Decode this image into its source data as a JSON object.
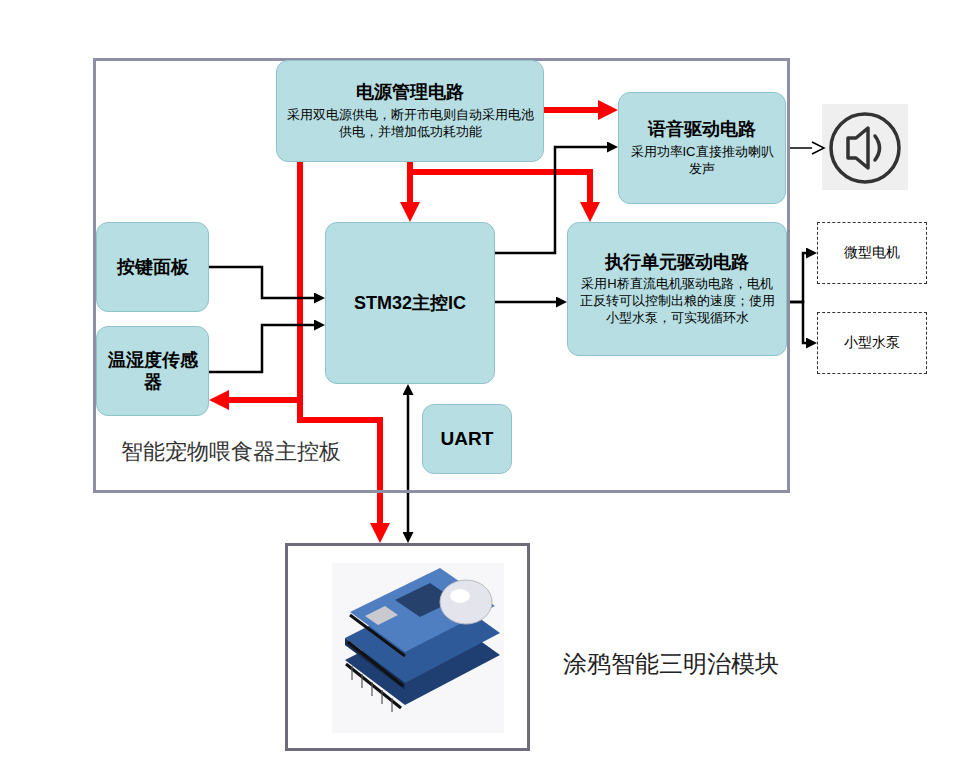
{
  "diagram": {
    "nodes": [
      {
        "text": [
          "智能宠物喂食器主控板"
        ]
      },
      {
        "text": [
          "电源管理电路",
          "采用双电源供电，断开市电则自动采用电池供电，并增加低功耗功能"
        ],
        "in": 0
      },
      {
        "text": [
          "语音驱动电路",
          "采用功率IC直接推动喇叭发声"
        ],
        "in": 0
      },
      {
        "text": [
          "按键面板"
        ],
        "in": 0
      },
      {
        "text": [
          "STM32主控IC"
        ],
        "in": 0
      },
      {
        "text": [
          "执行单元驱动电路",
          "采用H桥直流电机驱动电路，电机正反转可以控制出粮的速度；使用小型水泵，可实现循环水"
        ],
        "in": 0
      },
      {
        "text": [
          "温湿度传感器"
        ],
        "in": 0
      },
      {
        "text": [
          "UART"
        ],
        "in": 0
      },
      {
        "text": [
          "微型电机"
        ]
      },
      {
        "text": [
          "小型水泵"
        ]
      },
      {
        "text": [
          "涂鸦智能三明治模块"
        ]
      }
    ],
    "edges": [
      {
        "from": 1,
        "to": 2,
        "arrow": "to"
      },
      {
        "from": 1,
        "to": 4,
        "arrow": "to"
      },
      {
        "from": 1,
        "to": 5,
        "arrow": "to"
      },
      {
        "from": 1,
        "to": 6,
        "arrow": "to"
      },
      {
        "from": 1,
        "to": 10,
        "arrow": "to"
      },
      {
        "from": 3,
        "to": 4,
        "arrow": "to"
      },
      {
        "from": 6,
        "to": 4,
        "arrow": "to"
      },
      {
        "from": 4,
        "to": 2,
        "arrow": "to"
      },
      {
        "from": 4,
        "to": 5,
        "arrow": "to"
      },
      {
        "from": 4,
        "to": 10,
        "arrow": "both"
      },
      {
        "from": 5,
        "to": 8,
        "arrow": "to"
      },
      {
        "from": 5,
        "to": 9,
        "arrow": "to"
      }
    ]
  }
}
